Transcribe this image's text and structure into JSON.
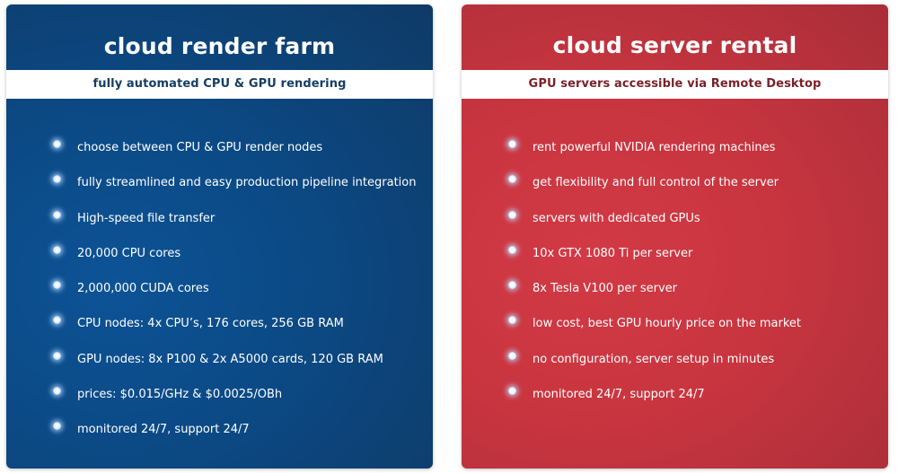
{
  "render_farm": {
    "title": "cloud render farm",
    "subtitle": "fully automated CPU & GPU rendering",
    "items": [
      "choose between CPU & GPU render nodes",
      "fully streamlined and easy production pipeline integration",
      "High-speed file transfer",
      "20,000 CPU cores",
      "2,000,000 CUDA cores",
      "CPU nodes: 4x CPU’s, 176 cores, 256 GB RAM",
      "GPU nodes: 8x P100 & 2x A5000 cards, 120 GB RAM",
      "prices: $0.015/GHz & $0.0025/OBh",
      "monitored 24/7, support 24/7"
    ],
    "color": "#0b4a86"
  },
  "server_rental": {
    "title": "cloud server rental",
    "subtitle": "GPU servers accessible via Remote Desktop",
    "items": [
      "rent powerful NVIDIA rendering machines",
      "get flexibility and full control of the server",
      "servers with dedicated GPUs",
      "10x GTX 1080 Ti per server",
      "8x Tesla V100 per server",
      "low cost, best GPU hourly price on the market",
      "no configuration, server setup in minutes",
      "monitored 24/7, support 24/7"
    ],
    "color": "#c8353f"
  },
  "icons": {
    "bullet": "glowing-dot-icon"
  }
}
